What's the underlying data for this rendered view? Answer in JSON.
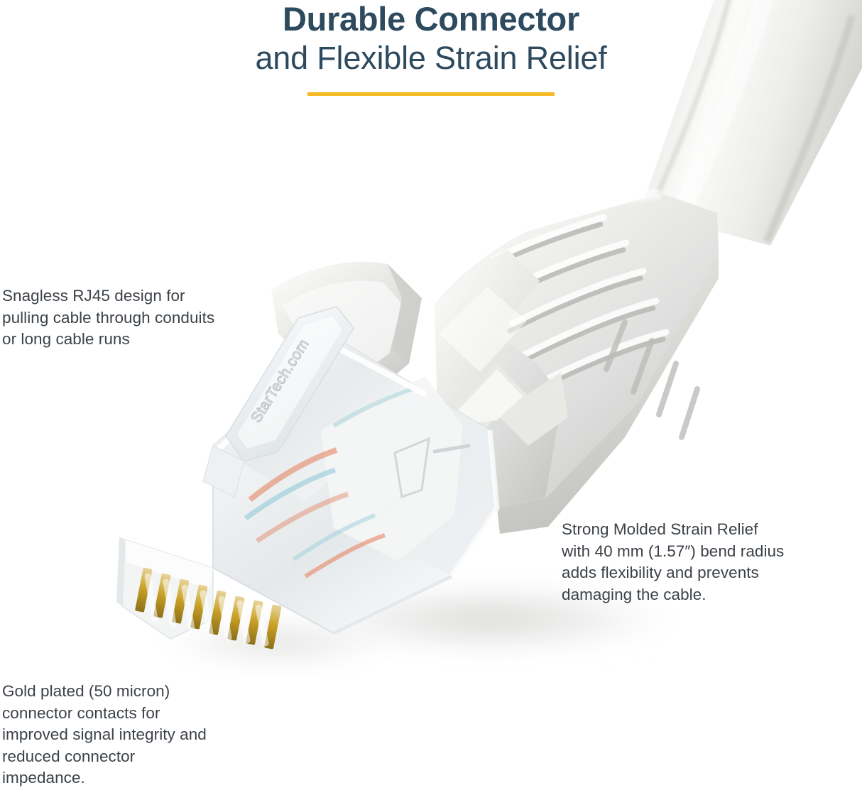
{
  "header": {
    "title_line1": "Durable Connector",
    "title_line2": "and Flexible Strain Relief",
    "accent_color": "#f5b921",
    "title_color": "#2d4a5e"
  },
  "callouts": {
    "snagless": "Snagless RJ45 design for pulling cable through conduits or long cable runs",
    "strain_relief": "Strong Molded Strain Relief with 40 mm (1.57″) bend radius adds flexibility and prevents damaging the cable.",
    "gold_plated": "Gold plated (50 micron) connector contacts for improved signal integrity and reduced connector impedance."
  },
  "product": {
    "brand_emboss": "StarTech.com",
    "body_text_color": "#3c4248",
    "cable_jacket_color": "#e8e8e6",
    "boot_color": "#e3e3e0",
    "connector_color": "#f2f3f3",
    "contact_color": "#c9a227"
  }
}
